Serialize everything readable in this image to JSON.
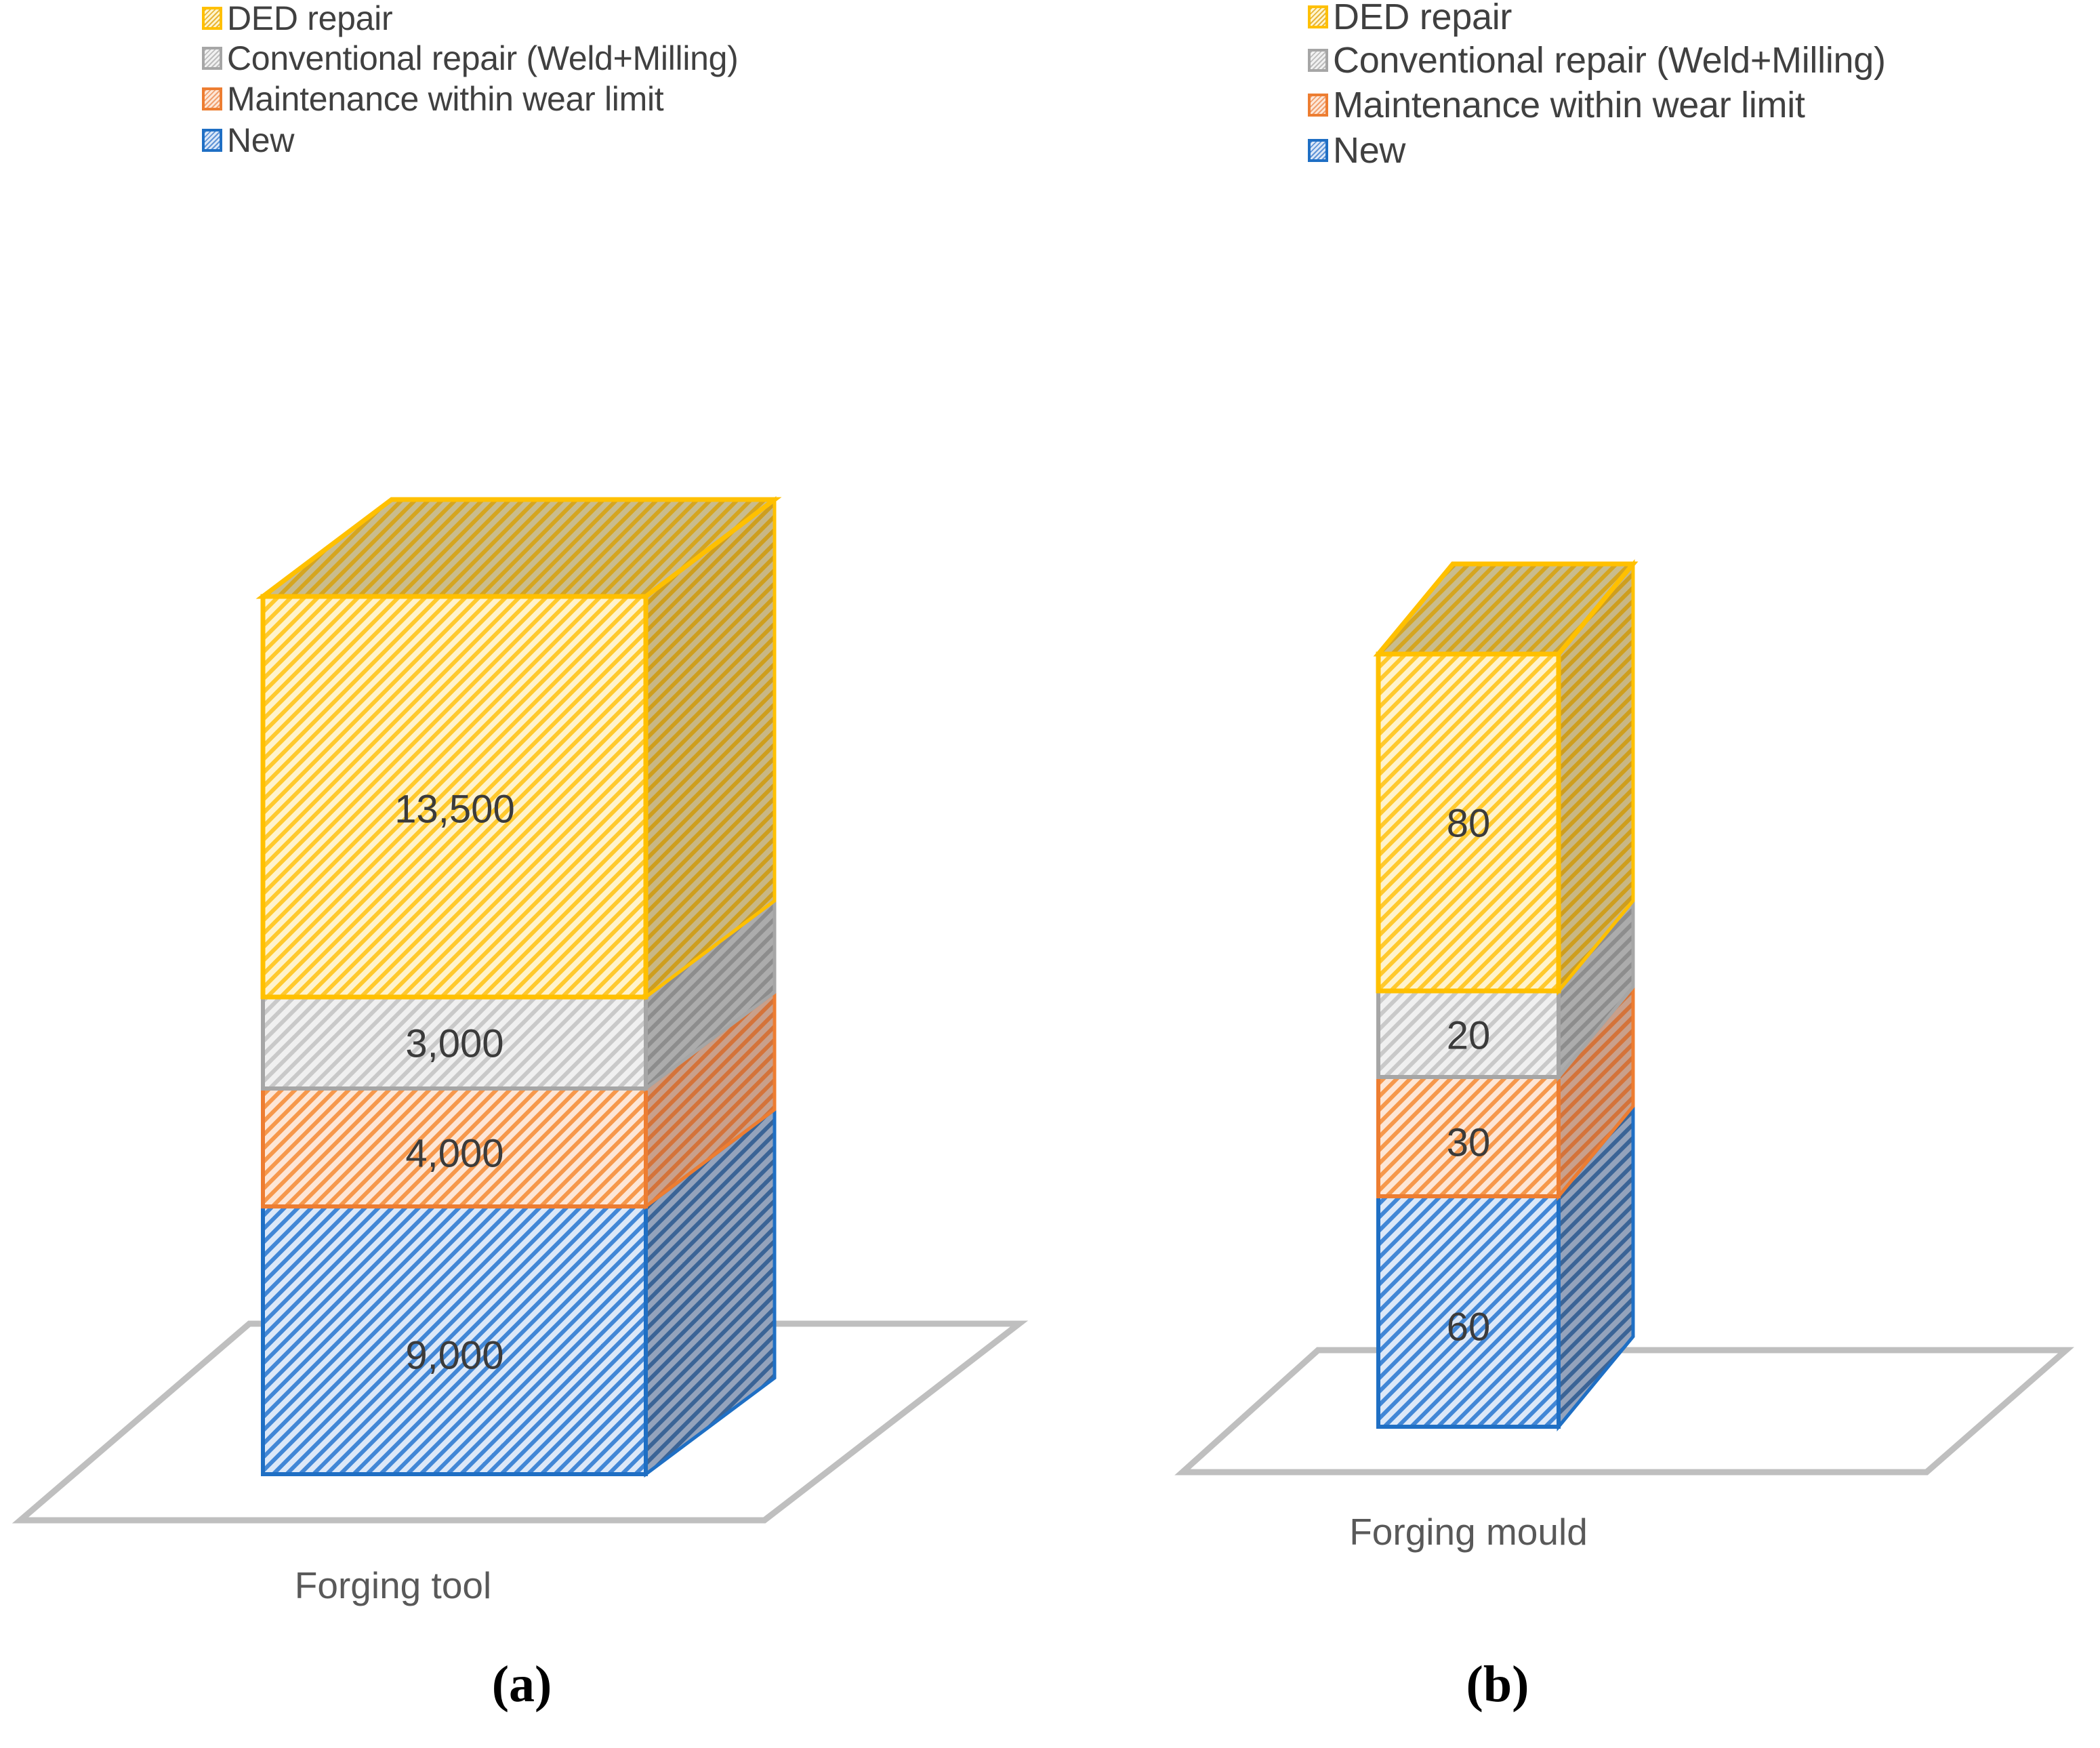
{
  "chart_data": [
    {
      "type": "bar",
      "subtype": "3d-stacked-column",
      "panel": "a",
      "panel_label": "(a)",
      "categories": [
        "Forging tool"
      ],
      "xlabel": "Forging tool",
      "series": [
        {
          "name": "New",
          "values": [
            9000
          ],
          "label": "9,000",
          "color": "#1F6FC4"
        },
        {
          "name": "Maintenance within wear limit",
          "values": [
            4000
          ],
          "label": "4,000",
          "color": "#ED7D31"
        },
        {
          "name": "Conventional repair (Weld+Milling)",
          "values": [
            3000
          ],
          "label": "3,000",
          "color": "#A6A6A6"
        },
        {
          "name": "DED repair",
          "values": [
            13500
          ],
          "label": "13,500",
          "color": "#FFC000"
        }
      ],
      "total": 29500,
      "grid": false,
      "legend_position": "top-left",
      "legend": [
        "DED repair",
        "Conventional repair (Weld+Milling)",
        "Maintenance within wear limit",
        "New"
      ]
    },
    {
      "type": "bar",
      "subtype": "3d-stacked-column",
      "panel": "b",
      "panel_label": "(b)",
      "categories": [
        "Forging mould"
      ],
      "xlabel": "Forging mould",
      "series": [
        {
          "name": "New",
          "values": [
            60
          ],
          "label": "60",
          "color": "#1F6FC4"
        },
        {
          "name": "Maintenance within wear limit",
          "values": [
            30
          ],
          "label": "30",
          "color": "#ED7D31"
        },
        {
          "name": "Conventional repair (Weld+Milling)",
          "values": [
            20
          ],
          "label": "20",
          "color": "#A6A6A6"
        },
        {
          "name": "DED repair",
          "values": [
            80
          ],
          "label": "80",
          "color": "#FFC000"
        }
      ],
      "total": 190,
      "grid": false,
      "legend_position": "top-left",
      "legend": [
        "DED repair",
        "Conventional repair (Weld+Milling)",
        "Maintenance within wear limit",
        "New"
      ]
    }
  ],
  "panel_a": {
    "legend": [
      {
        "label": "DED repair",
        "swatch": "ded"
      },
      {
        "label": "Conventional repair (Weld+Milling)",
        "swatch": "conv"
      },
      {
        "label": "Maintenance  within wear limit",
        "swatch": "maint"
      },
      {
        "label": "New",
        "swatch": "new"
      }
    ],
    "values": {
      "ded": "13,500",
      "conv": "3,000",
      "maint": "4,000",
      "new": "9,000"
    },
    "category": "Forging tool",
    "figure_label": "(a)"
  },
  "panel_b": {
    "legend": [
      {
        "label": "DED repair",
        "swatch": "ded"
      },
      {
        "label": "Conventional repair (Weld+Milling)",
        "swatch": "conv"
      },
      {
        "label": "Maintenance  within wear limit",
        "swatch": "maint"
      },
      {
        "label": "New",
        "swatch": "new"
      }
    ],
    "values": {
      "ded": "80",
      "conv": "20",
      "maint": "30",
      "new": "60"
    },
    "category": "Forging mould",
    "figure_label": "(b)"
  },
  "colors": {
    "ded": "#FFC000",
    "conv": "#A6A6A6",
    "maint": "#ED7D31",
    "new": "#1F6FC4",
    "floor": "#BFBFBF",
    "text": "#404040"
  }
}
